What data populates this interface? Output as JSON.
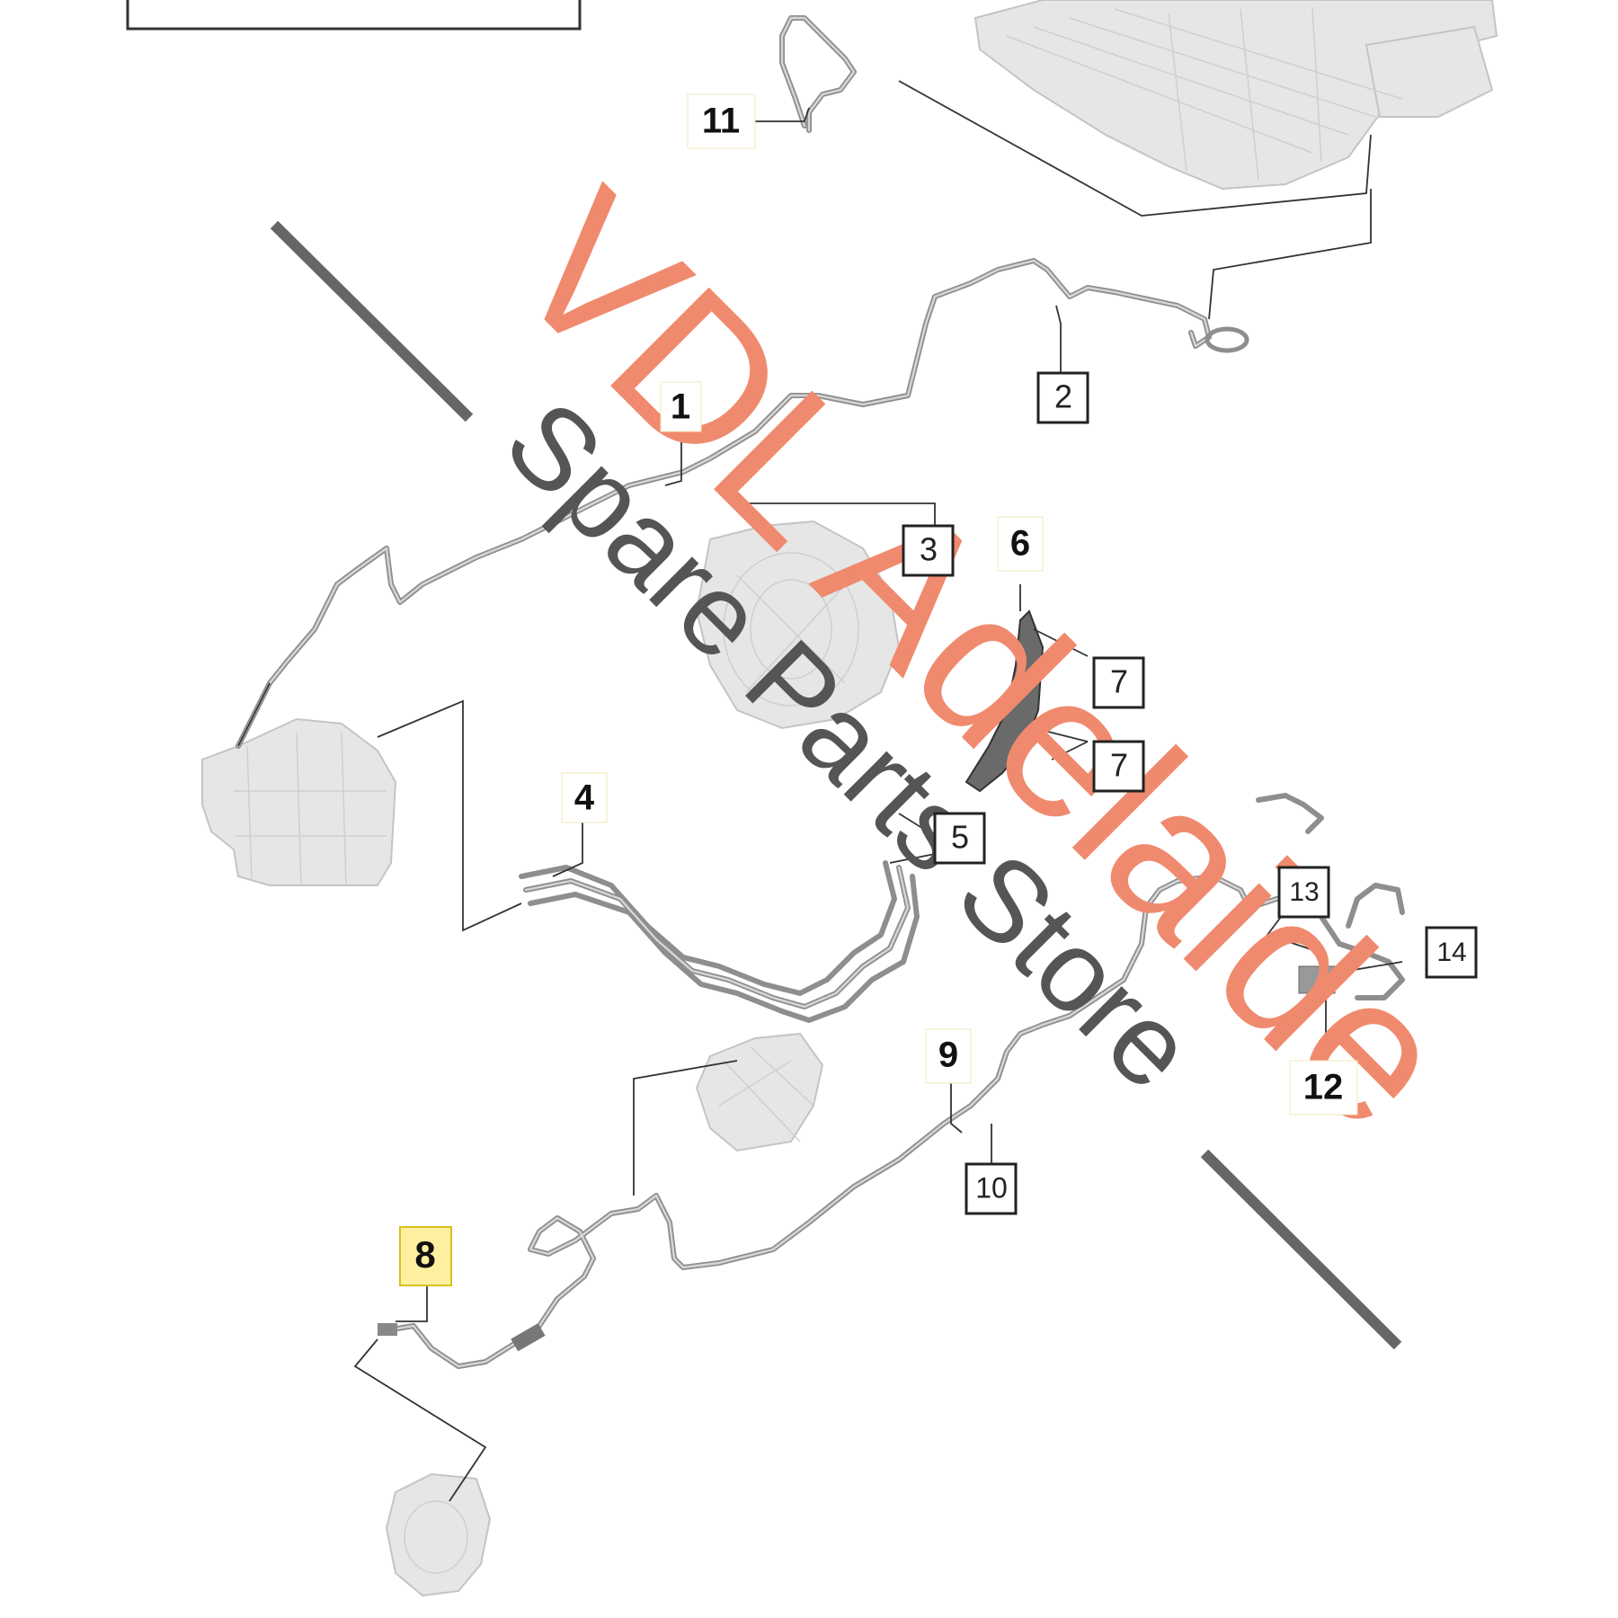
{
  "callouts": {
    "c1": "1",
    "c2": "2",
    "c3": "3",
    "c4": "4",
    "c5": "5",
    "c6": "6",
    "c7a": "7",
    "c7b": "7",
    "c8": "8",
    "c9": "9",
    "c10": "10",
    "c11": "11",
    "c12": "12",
    "c13": "13",
    "c14": "14"
  },
  "watermark": {
    "brand": "VDL Adelaide",
    "tagline": "Spare Parts Store",
    "brand_color": "#f08a6e",
    "tagline_color": "#555555",
    "bar_color": "#666666"
  },
  "colors": {
    "highlight_fill": "#fff0a0",
    "highlight_border": "#d8c020",
    "line": "#333333",
    "cable": "#8e8e8e",
    "ghost": "#e6e6e6"
  }
}
